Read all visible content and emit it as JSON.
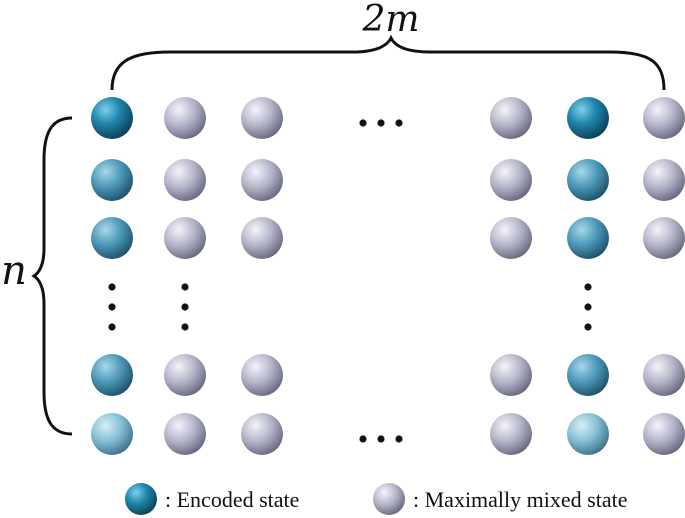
{
  "diagram": {
    "top_label": "2m",
    "side_label": "n",
    "legend": {
      "encoded": ": Encoded state",
      "mixed": ": Maximally mixed state"
    },
    "colors": {
      "encoded": "#1f86ad",
      "encoded_light": "#8cc3d6",
      "mixed": "#a9a9c0",
      "mixed_highlight": "#eeeeF5",
      "ink": "#111111"
    },
    "grid": {
      "rows": [
        [
          "encoded",
          "mixed",
          "mixed",
          "gap-dots",
          "mixed",
          "encoded",
          "mixed"
        ],
        [
          "encoded",
          "mixed",
          "mixed",
          "gap",
          "mixed",
          "encoded",
          "mixed"
        ],
        [
          "encoded",
          "mixed",
          "mixed",
          "gap",
          "mixed",
          "encoded",
          "mixed"
        ],
        [
          "vdots",
          "vdots",
          "none",
          "gap",
          "none",
          "vdots",
          "none"
        ],
        [
          "encoded",
          "mixed",
          "mixed",
          "gap",
          "mixed",
          "encoded",
          "mixed"
        ],
        [
          "encoded",
          "mixed",
          "mixed",
          "gap-dots",
          "mixed",
          "encoded",
          "mixed"
        ]
      ]
    }
  }
}
